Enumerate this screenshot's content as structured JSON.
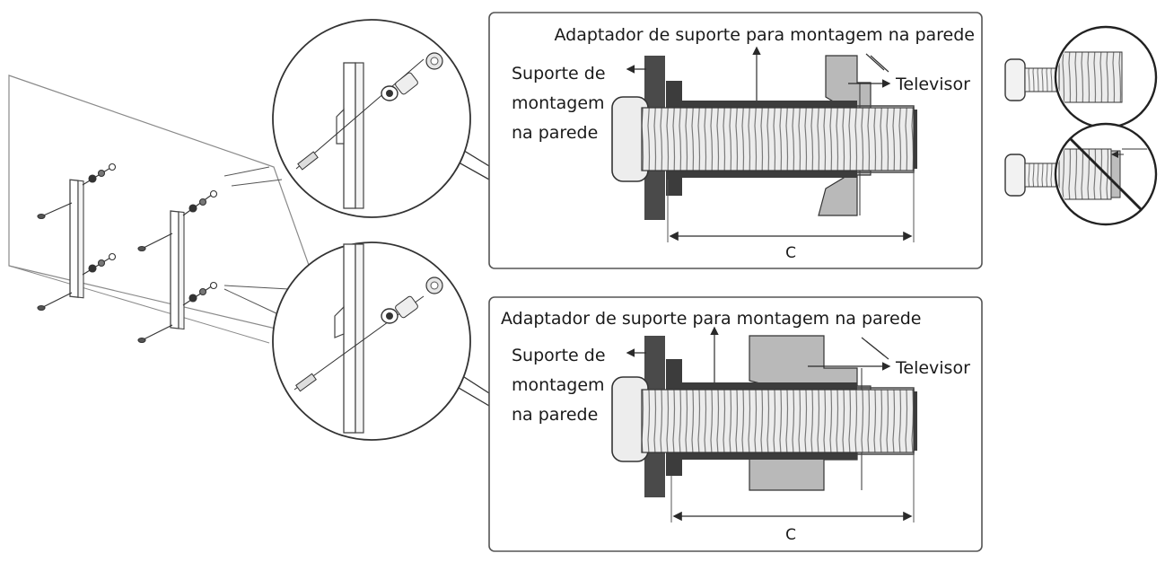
{
  "top_panel": {
    "adapter_label": "Adaptador de suporte para montagem na parede",
    "wall_mount_label": [
      "Suporte de",
      "montagem",
      "na parede"
    ],
    "tv_label": "Televisor",
    "dimension_label": "C"
  },
  "bottom_panel": {
    "adapter_label": "Adaptador de suporte para montagem na parede",
    "wall_mount_label": [
      "Suporte de",
      "montagem",
      "na parede"
    ],
    "tv_label": "Televisor",
    "dimension_label": "C"
  },
  "colors": {
    "line": "#3a3a3a",
    "bracket_dark": "#4a4a4a",
    "adapter_dark": "#3c3c3c",
    "tv_gray": "#b4b4b4",
    "screw_light": "#eeeeee",
    "border": "#6a6a6a"
  },
  "icons": [
    "screw-ok-icon",
    "screw-forbidden-icon"
  ]
}
